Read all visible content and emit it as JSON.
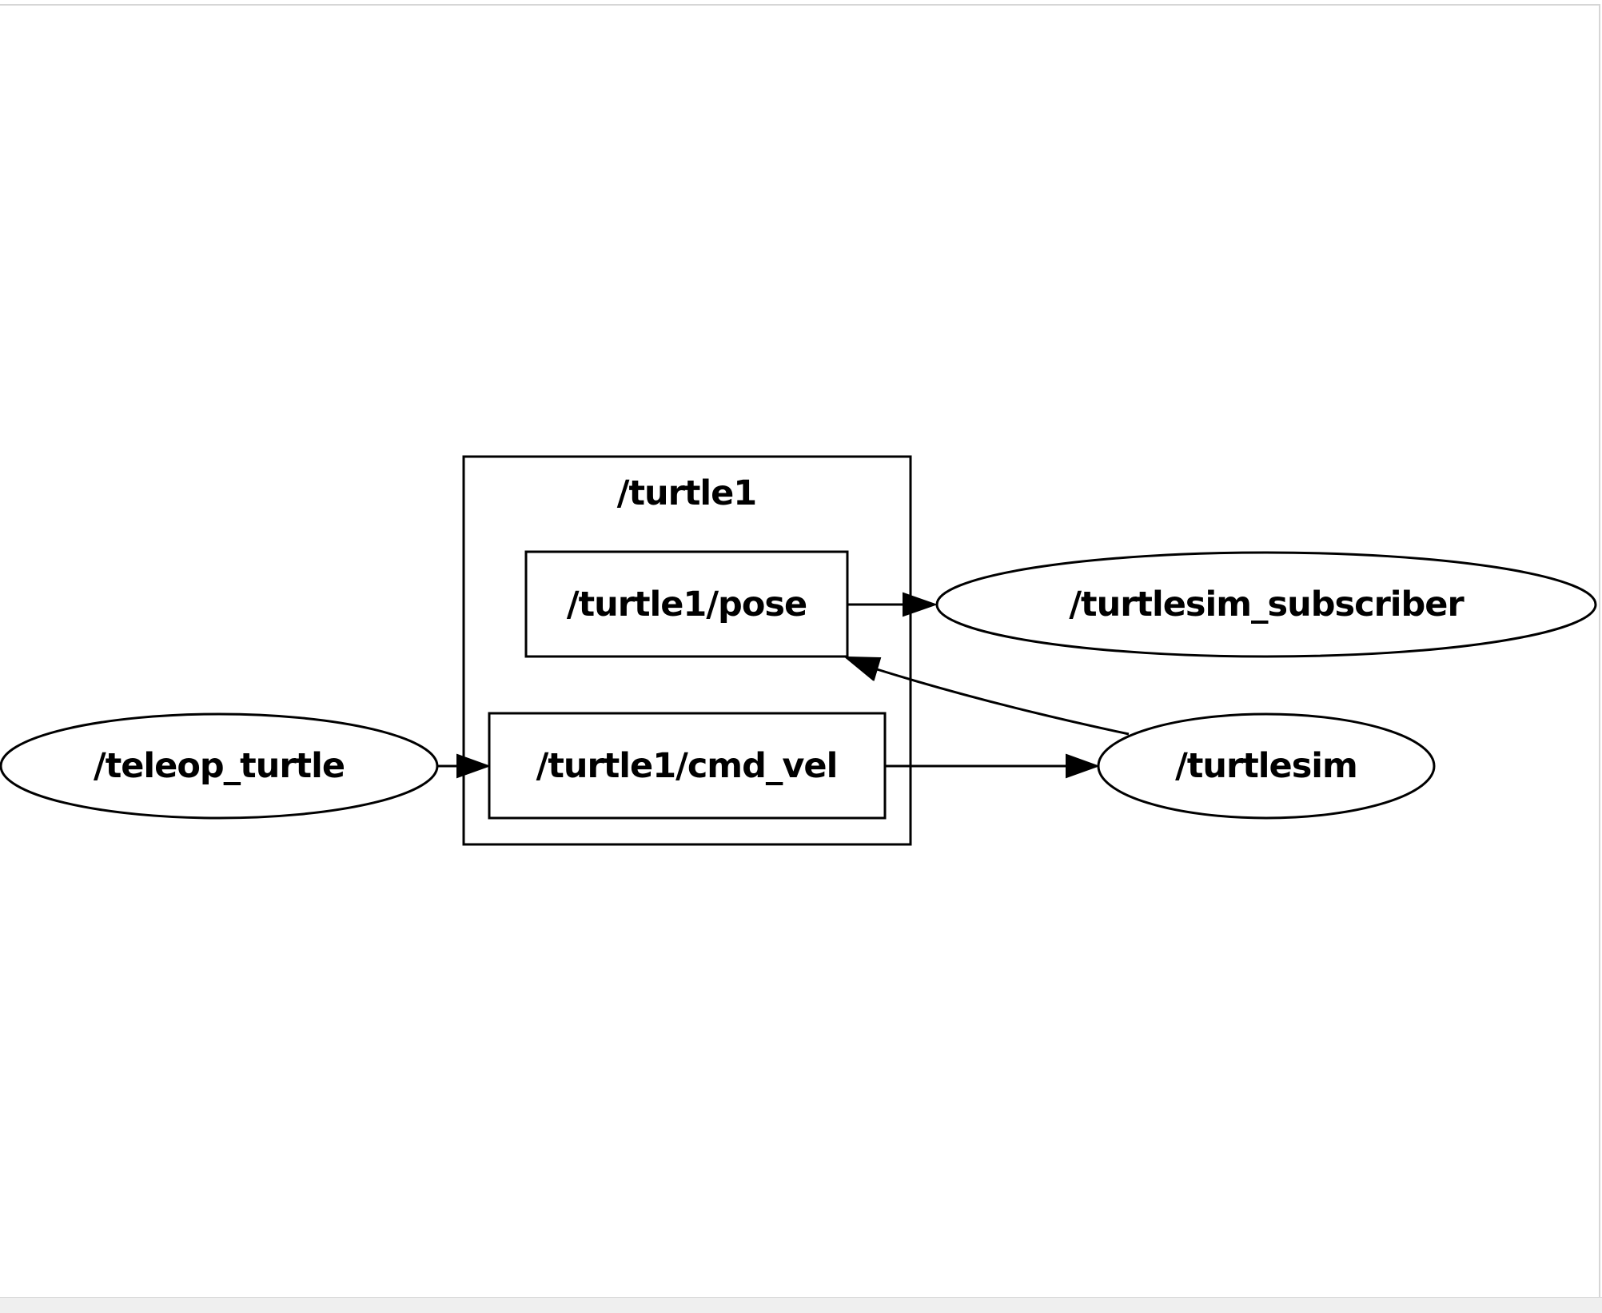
{
  "graph": {
    "cluster": {
      "title": "/turtle1"
    },
    "nodes": {
      "teleop_turtle": "/teleop_turtle",
      "turtle1_pose": "/turtle1/pose",
      "turtle1_cmd_vel": "/turtle1/cmd_vel",
      "turtlesim_subscriber": "/turtlesim_subscriber",
      "turtlesim": "/turtlesim"
    },
    "edges": [
      {
        "from": "/teleop_turtle",
        "to": "/turtle1/cmd_vel"
      },
      {
        "from": "/turtle1/cmd_vel",
        "to": "/turtlesim"
      },
      {
        "from": "/turtlesim",
        "to": "/turtle1/pose"
      },
      {
        "from": "/turtle1/pose",
        "to": "/turtlesim_subscriber"
      }
    ]
  }
}
